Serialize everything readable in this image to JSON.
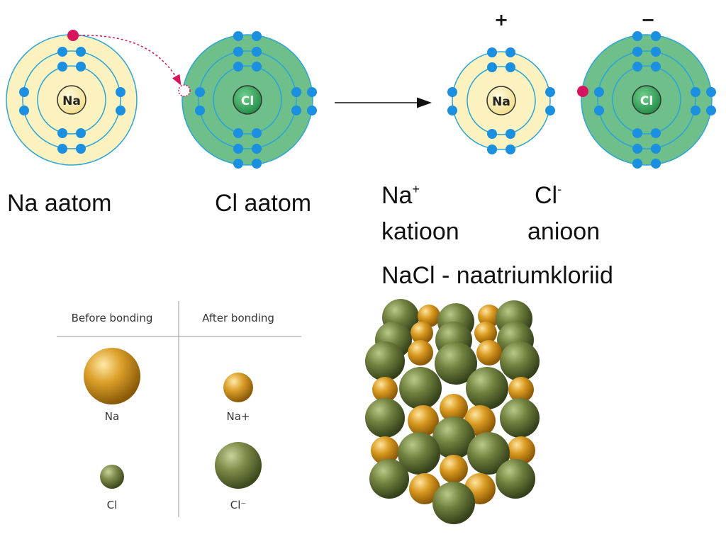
{
  "captions": {
    "na_atom": "Na aatom",
    "cl_atom": "Cl aatom",
    "na_cation_symbol": "Na",
    "na_cation_sup": "+",
    "na_cation_word": "katioon",
    "cl_anion_symbol": "Cl",
    "cl_anion_sup": "-",
    "cl_anion_word": "anioon",
    "nacl": "NaCl - naatriumkloriid"
  },
  "atoms": {
    "na_label": "Na",
    "cl_label": "Cl",
    "na_ion_label": "Na",
    "cl_ion_label": "Cl",
    "na_ion_charge": "+",
    "cl_ion_charge": "−"
  },
  "table": {
    "before_header": "Before bonding",
    "after_header": "After bonding",
    "na_label": "Na",
    "na_ion_label": "Na+",
    "cl_label": "Cl",
    "cl_ion_label": "Cl⁻"
  },
  "colors": {
    "na_shell": "#fbf2c0",
    "cl_shell": "#6fbf8a",
    "electron": "#1b8fe0",
    "transferred_electron": "#d6145f",
    "shell_line": "#2aa5d8",
    "sodium_sphere": "#d89a1e",
    "chlorine_sphere": "#7d8c4a"
  }
}
